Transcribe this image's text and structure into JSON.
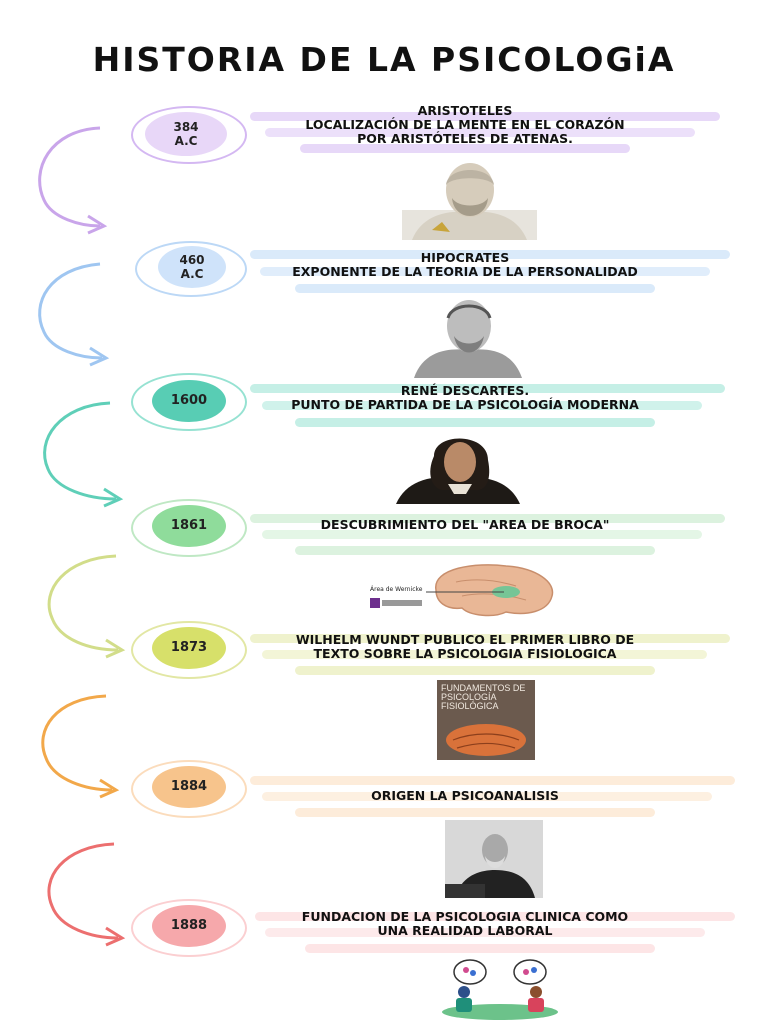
{
  "title": "HISTORIA DE LA PSICOLOGiA",
  "events": [
    {
      "date": "384\nA.C",
      "label": "ARISTOTELES\nLOCALIZACIÓN DE LA MENTE EN EL CORAZÓN POR ARISTÓTELES DE ATENAS.",
      "color": "#c9a5ea",
      "fill": "#e6d3f7",
      "image": "aristotle-bust"
    },
    {
      "date": "460\nA.C",
      "label": "HIPOCRATES\nEXPONENTE DE LA TEORIA DE LA PERSONALIDAD",
      "color": "#9fc6f1",
      "fill": "#cfe3fa",
      "image": "hippocrates-bust"
    },
    {
      "date": "1600",
      "label": "RENÉ DESCARTES.\nPUNTO DE PARTIDA DE LA PSICOLOGÍA MODERNA",
      "color": "#6ed8c2",
      "fill": "#58cdb4",
      "image": "descartes-portrait"
    },
    {
      "date": "1861",
      "label": "DESCUBRIMIENTO DEL \"AREA DE BROCA\"",
      "color": "#a9e2b0",
      "fill": "#8fdc9b",
      "image": "brain-diagram"
    },
    {
      "date": "1873",
      "label": "WILHELM WUNDT PUBLICO EL PRIMER LIBRO DE TEXTO SOBRE LA PSICOLOGIA FISIOLOGICA",
      "color": "#dde38c",
      "fill": "#d7e06a",
      "image": "book-cover"
    },
    {
      "date": "1884",
      "label": "ORIGEN LA PSICOANALISIS",
      "color": "#f8cc96",
      "fill": "#f7c48c",
      "image": "freud-photo"
    },
    {
      "date": "1888",
      "label": "FUNDACION DE LA PSICOLOGIA CLINICA COMO UNA REALIDAD LABORAL",
      "color": "#f4a6a8",
      "fill": "#f6a8ab",
      "image": "therapy-illustration"
    }
  ],
  "brain_caption": "Área de Wernicke",
  "book_title": "FUNDAMENTOS DE\nPSICOLOGÍA\nFISIOLÓGICA"
}
